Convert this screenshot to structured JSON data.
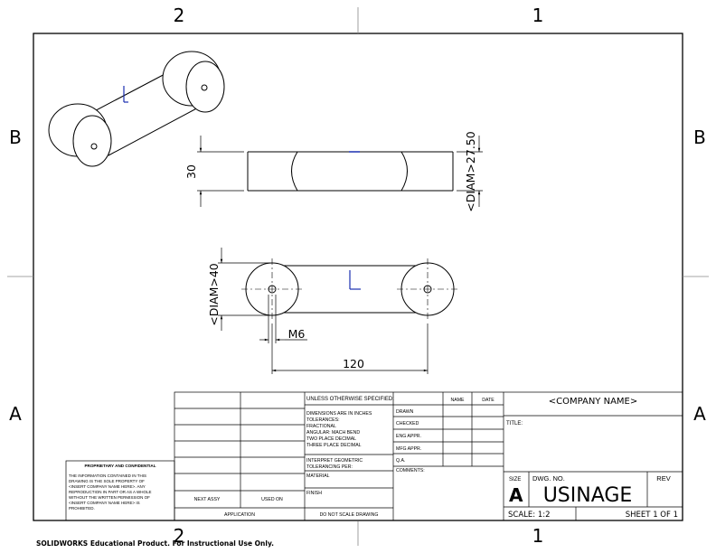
{
  "zones": {
    "top_left": "2",
    "top_right": "1",
    "bottom_left": "2",
    "bottom_right": "1",
    "row_b": "B",
    "row_a": "A"
  },
  "dimensions": {
    "height": "30",
    "diam_small": "<DIAM>27.50",
    "diam_large": "<DIAM>40",
    "thread": "M6",
    "length": "120"
  },
  "title_block": {
    "tolerance_header": "UNLESS OTHERWISE SPECIFIED:",
    "tolerance_lines": [
      "DIMENSIONS ARE IN INCHES",
      "TOLERANCES:",
      "FRACTIONAL",
      "ANGULAR: MACH     BEND",
      "TWO PLACE DECIMAL",
      "THREE PLACE DECIMAL"
    ],
    "interpret": [
      "INTERPRET GEOMETRIC",
      "TOLERANCING PER:"
    ],
    "material": "MATERIAL",
    "finish": "FINISH",
    "do_not_scale": "DO NOT SCALE DRAWING",
    "name_col": "NAME",
    "date_col": "DATE",
    "roles": [
      "DRAWN",
      "CHECKED",
      "ENG APPR.",
      "MFG APPR.",
      "Q.A."
    ],
    "comments": "COMMENTS:",
    "company": "<COMPANY NAME>",
    "title_label": "TITLE:",
    "size_label": "SIZE",
    "size_value": "A",
    "dwg_no_label": "DWG.  NO.",
    "dwg_no_value": "USINAGE",
    "rev_label": "REV",
    "scale": "SCALE: 1:2",
    "sheet": "SHEET 1 OF 1",
    "next_assy": "NEXT ASSY",
    "used_on": "USED ON",
    "application": "APPLICATION",
    "proprietary_title": "PROPRIETARY AND CONFIDENTIAL",
    "proprietary_lines": [
      "THE INFORMATION CONTAINED IN THIS",
      "DRAWING IS THE SOLE PROPERTY OF",
      "<INSERT COMPANY NAME HERE>. ANY",
      "REPRODUCTION IN PART OR AS A WHOLE",
      "WITHOUT THE WRITTEN PERMISSION OF",
      "<INSERT COMPANY NAME HERE> IS",
      "PROHIBITED."
    ]
  },
  "footer": "SOLIDWORKS Educational Product. For Instructional Use Only."
}
